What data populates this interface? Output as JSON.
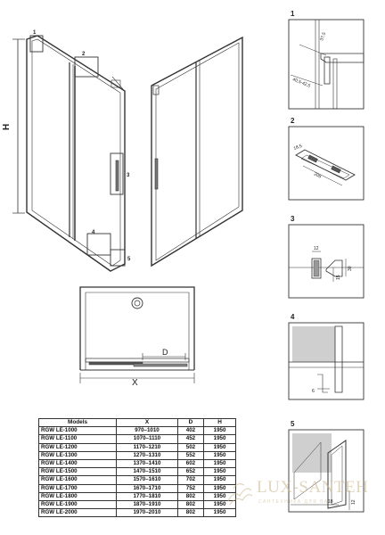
{
  "main_drawing": {
    "height_label": "H",
    "callouts": [
      "1",
      "2",
      "3",
      "4",
      "5"
    ]
  },
  "plan_view": {
    "width_label": "X",
    "depth_label": "D"
  },
  "details": [
    {
      "number": "1",
      "dims": [
        "37,5",
        "40,5-42,5"
      ]
    },
    {
      "number": "2",
      "dims": [
        "18,5",
        "205"
      ]
    },
    {
      "number": "3",
      "dims": [
        "12",
        "30",
        "15"
      ]
    },
    {
      "number": "4",
      "dims": [
        "6"
      ]
    },
    {
      "number": "5",
      "dims": [
        "18",
        "12"
      ]
    }
  ],
  "specs": {
    "headers": [
      "Models",
      "X",
      "D",
      "H"
    ],
    "rows": [
      [
        "RGW LE-1000",
        "970–1010",
        "402",
        "1950"
      ],
      [
        "RGW LE-1100",
        "1070–1110",
        "452",
        "1950"
      ],
      [
        "RGW LE-1200",
        "1170–1210",
        "502",
        "1950"
      ],
      [
        "RGW LE-1300",
        "1270–1310",
        "552",
        "1950"
      ],
      [
        "RGW LE-1400",
        "1370–1410",
        "602",
        "1950"
      ],
      [
        "RGW LE-1500",
        "1470–1510",
        "652",
        "1950"
      ],
      [
        "RGW LE-1600",
        "1570–1610",
        "702",
        "1950"
      ],
      [
        "RGW LE-1700",
        "1670–1710",
        "752",
        "1950"
      ],
      [
        "RGW LE-1800",
        "1770–1810",
        "802",
        "1950"
      ],
      [
        "RGW LE-1900",
        "1870–1910",
        "802",
        "1950"
      ],
      [
        "RGW LE-2000",
        "1970–2010",
        "802",
        "1950"
      ]
    ]
  },
  "watermark": {
    "brand": "LUX-SANTEH",
    "tagline": "САНТЕХНИКА ДЛЯ ВАС"
  }
}
